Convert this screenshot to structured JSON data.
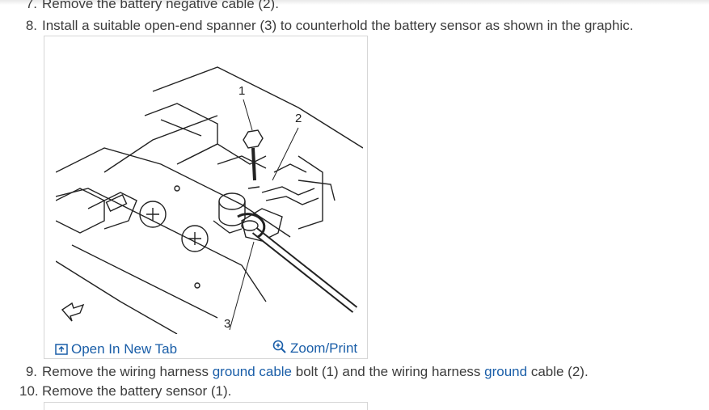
{
  "steps": [
    {
      "num": "7.",
      "text": "Remove the battery negative cable (2)."
    },
    {
      "num": "8.",
      "text": "Install a suitable open-end spanner (3) to counterhold the battery sensor as shown in the graphic."
    },
    {
      "num": "9.",
      "pre": "Remove the wiring harness ",
      "link1": "ground cable",
      "mid": " bolt (1) and the wiring harness ",
      "link2": "ground",
      "post": " cable (2)."
    },
    {
      "num": "10.",
      "text": "Remove the battery sensor (1)."
    }
  ],
  "figure": {
    "callouts": [
      "1",
      "2",
      "3"
    ],
    "open_tab_label": "Open In New Tab",
    "zoom_label": "Zoom/Print",
    "open_tab_icon": "open-new-tab-icon",
    "zoom_icon": "magnifier-zoom-icon"
  },
  "colors": {
    "link": "#1a5ea8",
    "text": "#3c3c3c",
    "border": "#d6d6d6"
  }
}
